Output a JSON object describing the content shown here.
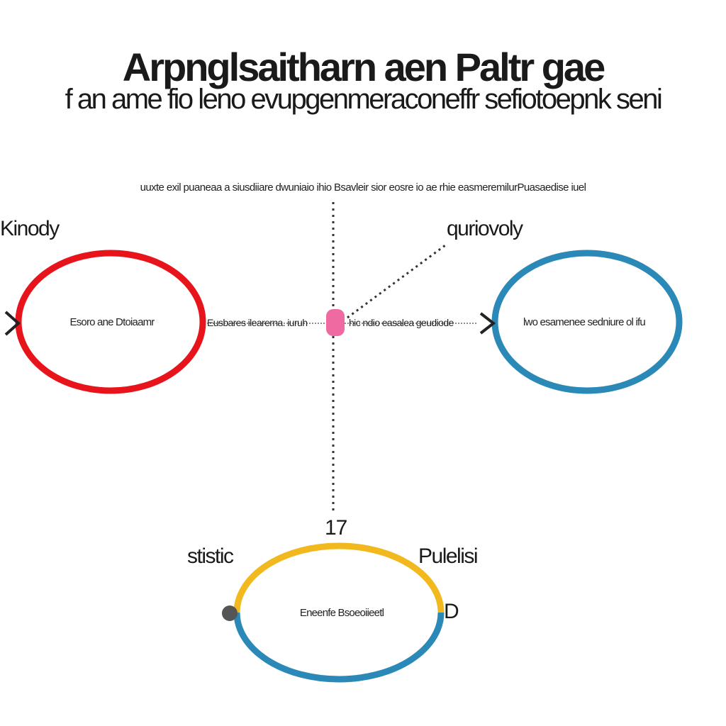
{
  "title": "Arpnglsaitharn aen Paltr gae",
  "subtitle": "f an ame fio leno evupgenmeraconeffr sefiotoepnk seni",
  "caption": "uuxte exil puaneaa a siusdiiare dwuniaio ihio Bsavleir sior eosre io ae rhie easmeremilurPuasaedise iuel",
  "nodes": {
    "left": {
      "label": "Kinody",
      "inner": "Esoro ane Dtoiaamr",
      "color": "#e8141b"
    },
    "right": {
      "label": "quriovoly",
      "inner": "lwo esamenee sedniure ol ifu",
      "color": "#2b89b8"
    },
    "bottom": {
      "label_left": "stistic",
      "label_right": "Pulelisi",
      "inner": "Eneenfe Bsoeoiieetl",
      "color_top": "#f2b91f",
      "color_bottom": "#2b89b8",
      "end_right": "D"
    }
  },
  "edges": {
    "left_middle": "Eusbares ilearerna. iuruh",
    "middle_right": "hic ndio easalea geudiode",
    "vertical_number": "17"
  },
  "hub": {
    "color": "#ef6aa0"
  }
}
